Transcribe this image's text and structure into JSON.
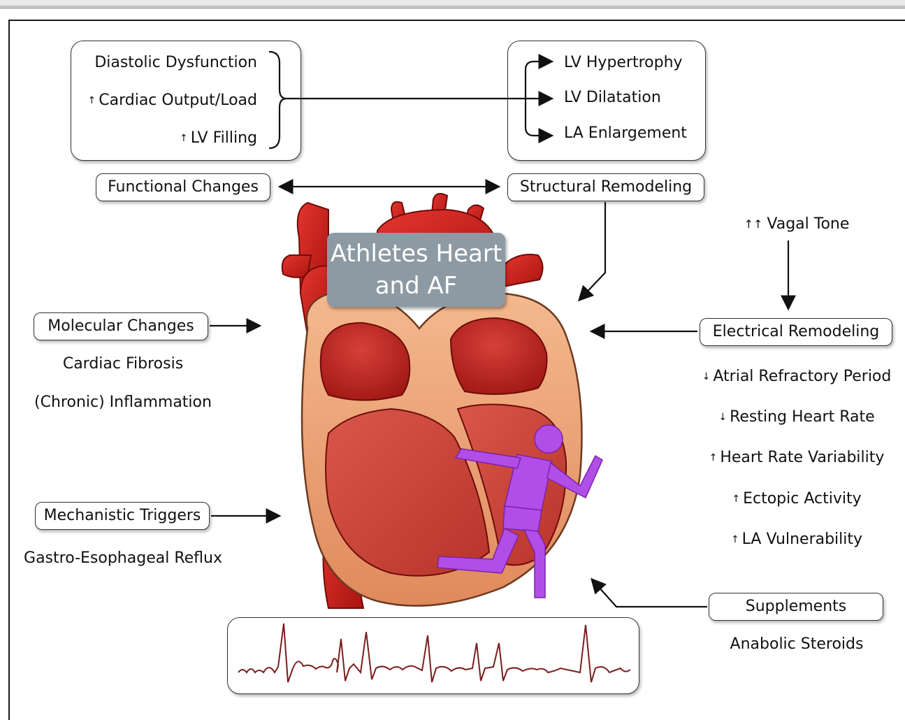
{
  "title": {
    "line1": "Athletes Heart",
    "line2": "and AF"
  },
  "functional": {
    "items": [
      "Diastolic Dysfunction",
      "Cardiac Output/Load",
      "LV Filling"
    ],
    "label": "Functional Changes"
  },
  "structural": {
    "items": [
      "LV Hypertrophy",
      "LV Dilatation",
      "LA Enlargement"
    ],
    "label": "Structural Remodeling"
  },
  "vagal": "Vagal Tone",
  "electrical": {
    "label": "Electrical Remodeling",
    "items": [
      "Atrial Refractory Period",
      "Resting Heart Rate",
      "Heart Rate Variability",
      "Ectopic Activity",
      "LA Vulnerability"
    ]
  },
  "molecular": {
    "label": "Molecular Changes",
    "items": [
      "Cardiac Fibrosis",
      "(Chronic) Inflammation"
    ]
  },
  "mechanistic": {
    "label": "Mechanistic Triggers",
    "items": [
      "Gastro-Esophageal Reflux"
    ]
  },
  "supplements": {
    "label": "Supplements",
    "items": [
      "Anabolic Steroids"
    ]
  },
  "colors": {
    "heart_red": "#c9211e",
    "heart_outer": "#e8a27a",
    "title_box": "#8d9aa3",
    "runner": "#b14ee8",
    "ecg": "#7a1d1d"
  },
  "icons": [
    "heart-illustration",
    "runner-icon",
    "ecg-trace",
    "up-arrow-icon",
    "down-arrow-icon"
  ]
}
